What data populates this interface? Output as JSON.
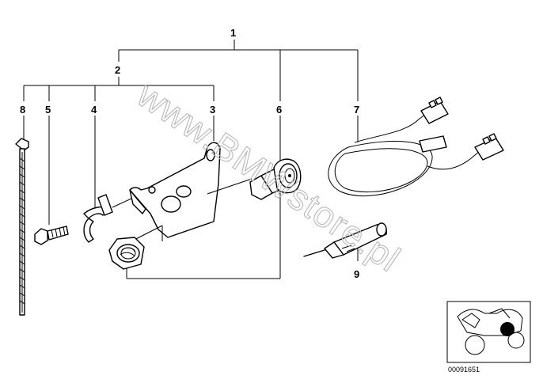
{
  "diagram": {
    "callouts": {
      "c1": "1",
      "c2": "2",
      "c3": "3",
      "c4": "4",
      "c5": "5",
      "c6": "6",
      "c7": "7",
      "c8": "8",
      "c9": "9"
    },
    "watermark": "www.BMWstore.pl",
    "thumbnail": {
      "code": "00091651",
      "marker_color": "#000000"
    }
  }
}
